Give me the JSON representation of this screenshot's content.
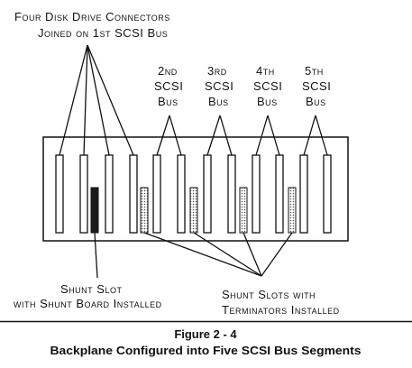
{
  "labels": {
    "four_disk_line1": "Four Disk Drive Connectors",
    "four_disk_line2": "Joined on 1st SCSI Bus",
    "bus2_ordinal": "2nd",
    "bus3_ordinal": "3rd",
    "bus4_ordinal": "4th",
    "bus5_ordinal": "5th",
    "scsi_word": "SCSI",
    "bus_word": "Bus",
    "shunt_slot_line1": "Shunt Slot",
    "shunt_slot_line2": "with Shunt Board Installed",
    "terminators_line1": "Shunt Slots with",
    "terminators_line2": "Terminators Installed"
  },
  "caption": {
    "figure": "Figure 2 - 4",
    "title": "Backplane Configured into Five SCSI Bus Segments"
  },
  "colors": {
    "ink": "#111111",
    "shunt_board": "#1a1a1a",
    "terminator_dots": "#555555"
  }
}
